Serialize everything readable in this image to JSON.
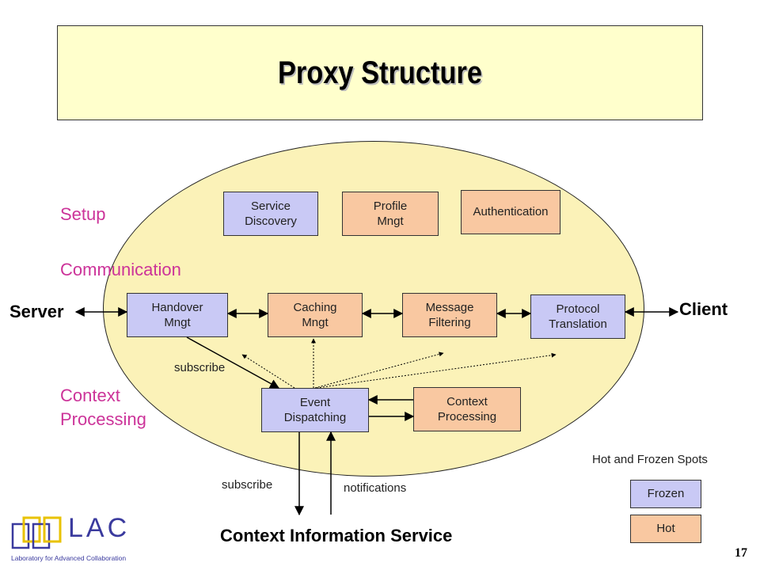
{
  "title": "Proxy Structure",
  "sections": {
    "setup": "Setup",
    "communication": "Communication",
    "context_processing": "Context\nProcessing"
  },
  "endpoints": {
    "server": "Server",
    "client": "Client"
  },
  "boxes": {
    "service_discovery": "Service\nDiscovery",
    "profile_mngt": "Profile\nMngt",
    "authentication": "Authentication",
    "handover_mngt": "Handover\nMngt",
    "caching_mngt": "Caching\nMngt",
    "message_filtering": "Message\nFiltering",
    "protocol_translation": "Protocol\nTranslation",
    "event_dispatching": "Event\nDispatching",
    "context_processing": "Context\nProcessing"
  },
  "labels": {
    "subscribe_upper": "subscribe",
    "subscribe_lower": "subscribe",
    "notifications": "notifications",
    "context_information_service": "Context Information Service"
  },
  "legend": {
    "title": "Hot and Frozen Spots",
    "frozen": "Frozen",
    "hot": "Hot"
  },
  "colors": {
    "frozen": "#c9c9f5",
    "hot": "#f9c8a1",
    "section_text": "#cc3399",
    "ellipse": "#fbf2b8",
    "title_bg": "#ffffcc"
  },
  "logo": {
    "text": "LAC",
    "subtitle": "Laboratory for Advanced Collaboration"
  },
  "page_number": "17"
}
